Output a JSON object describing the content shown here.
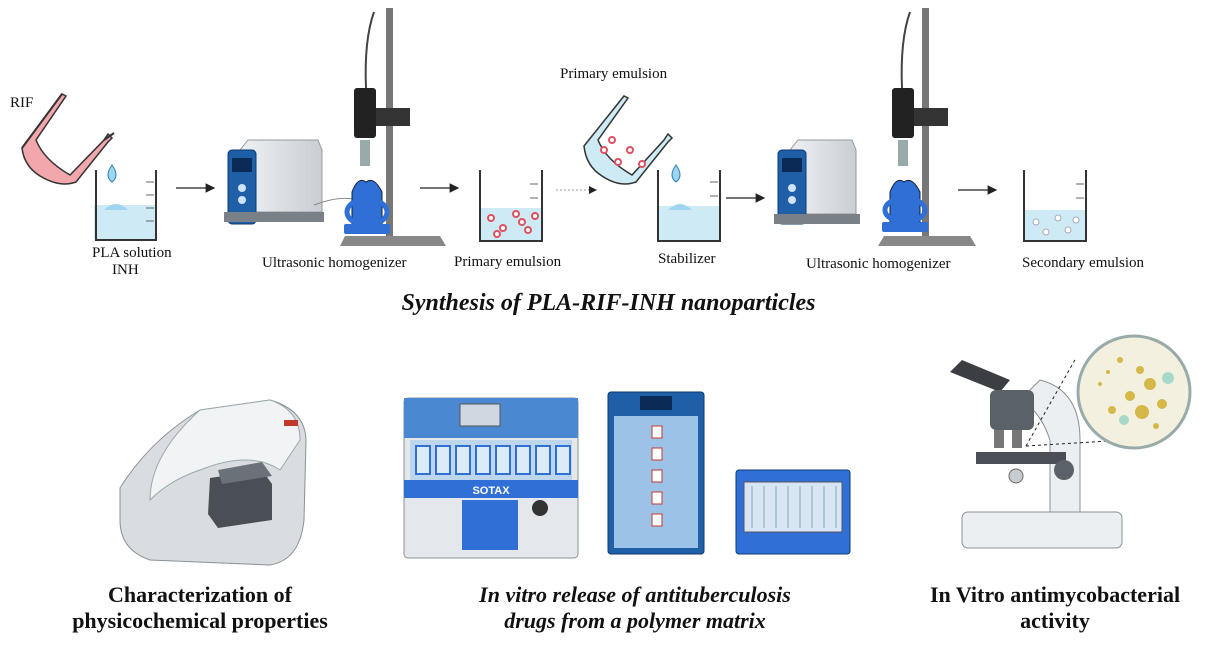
{
  "process": {
    "rif_label": "RIF",
    "pla_solution_label": "PLA solution",
    "inh_label": "INH",
    "homogenizer_1_label": "Ultrasonic homogenizer",
    "primary_emulsion_label": "Primary emulsion",
    "primary_emulsion_flask_label": "Primary emulsion",
    "stabilizer_label": "Stabilizer",
    "homogenizer_2_label": "Ultrasonic homogenizer",
    "secondary_emulsion_label": "Secondary emulsion"
  },
  "title": "Synthesis of PLA-RIF-INH nanoparticles",
  "panels": {
    "characterization": {
      "line1": "Characterization of",
      "line2": "physicochemical properties"
    },
    "release": {
      "line1": "In vitro release of antituberculosis",
      "line2": "drugs from a polymer matrix",
      "brand": "SOTAX"
    },
    "activity": {
      "line1": "In Vitro antimycobacterial",
      "line2": "activity"
    }
  },
  "colors": {
    "rif_liquid": "#f2a7ad",
    "water": "#cdeaf5",
    "device_blue": "#1f5fa8",
    "probe_blue": "#2f6fd6"
  }
}
